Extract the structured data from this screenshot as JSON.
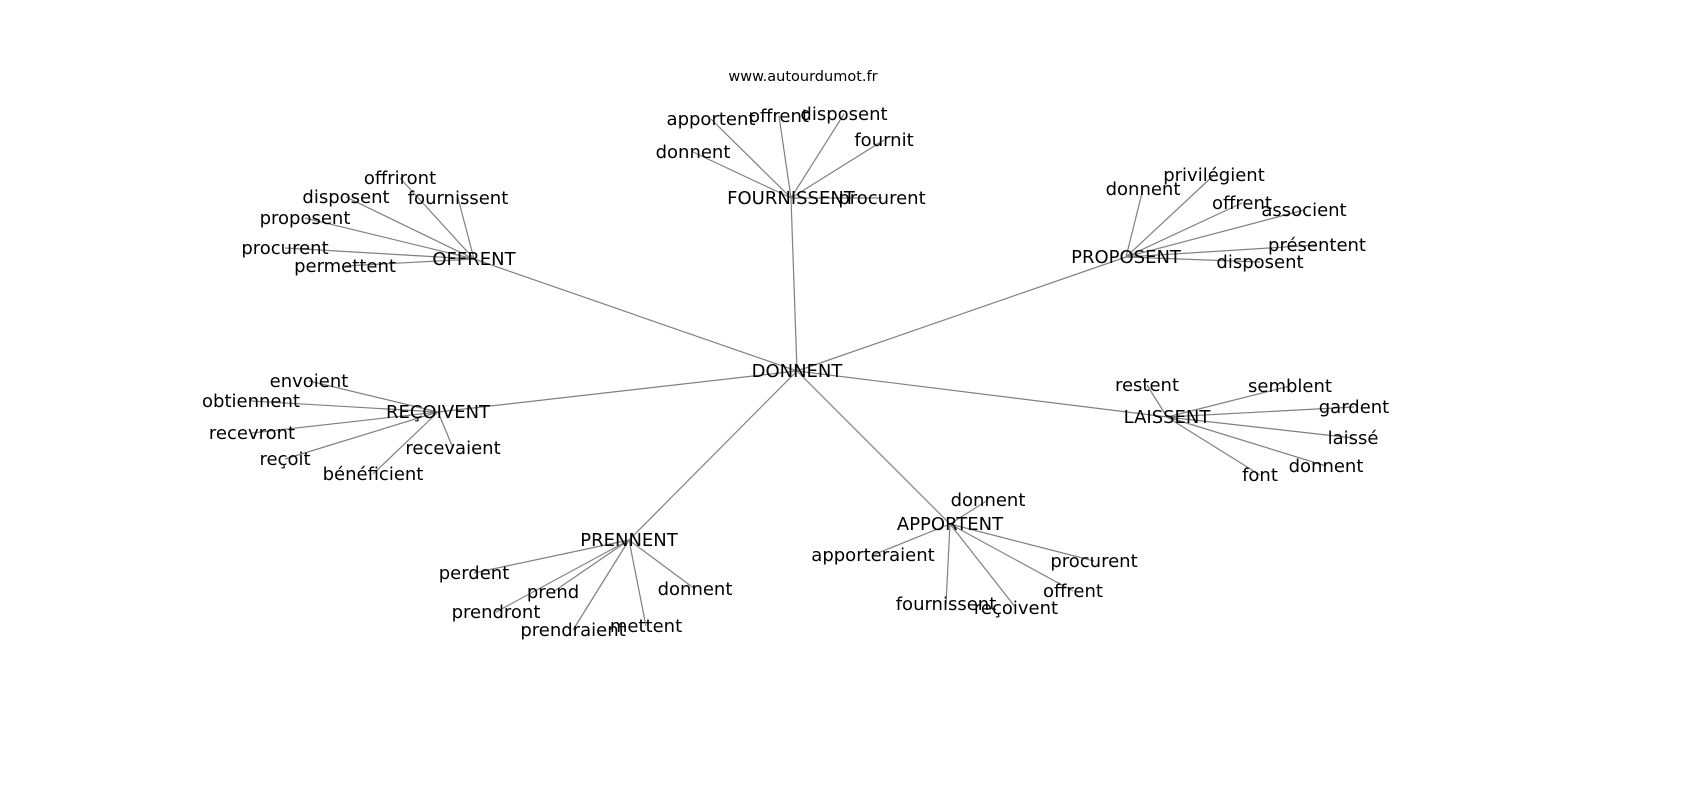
{
  "title": "www.autourdumot.fr",
  "center": "DONNENT",
  "groups": [
    {
      "hub": "FOURNISSENT",
      "leaves": [
        "apportent",
        "offrent",
        "disposent",
        "fournit",
        "donnent",
        "procurent"
      ]
    },
    {
      "hub": "OFFRENT",
      "leaves": [
        "offriront",
        "disposent",
        "fournissent",
        "proposent",
        "procurent",
        "permettent"
      ]
    },
    {
      "hub": "PROPOSENT",
      "leaves": [
        "donnent",
        "privilégient",
        "offrent",
        "associent",
        "présentent",
        "disposent"
      ]
    },
    {
      "hub": "REÇOIVENT",
      "leaves": [
        "envoient",
        "obtiennent",
        "recevront",
        "reçoit",
        "bénéficient",
        "recevaient"
      ]
    },
    {
      "hub": "LAISSENT",
      "leaves": [
        "restent",
        "semblent",
        "gardent",
        "laissé",
        "donnent",
        "font"
      ]
    },
    {
      "hub": "PRENNENT",
      "leaves": [
        "perdent",
        "prend",
        "prendront",
        "prendraient",
        "mettent",
        "donnent"
      ]
    },
    {
      "hub": "APPORTENT",
      "leaves": [
        "donnent",
        "apporteraient",
        "procurent",
        "offrent",
        "fournissent",
        "reçoivent"
      ]
    }
  ],
  "colors": {
    "edge": "#808080",
    "text": "#000000"
  }
}
